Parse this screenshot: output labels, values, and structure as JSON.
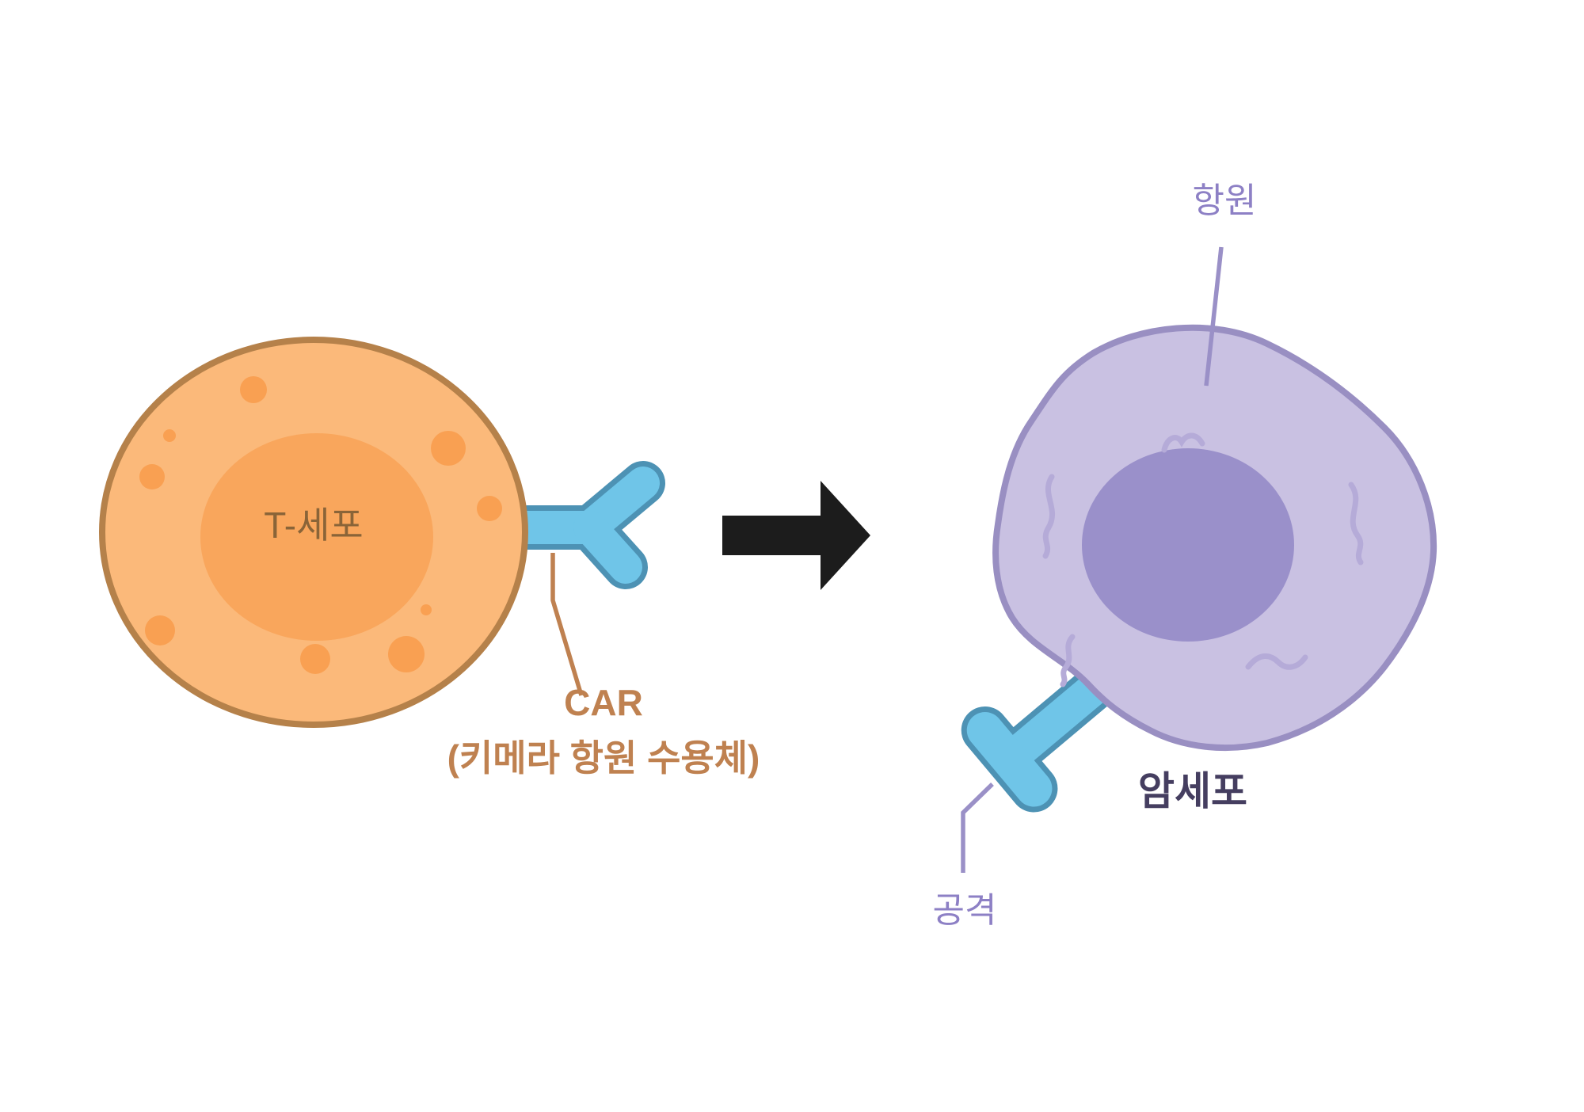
{
  "t_cell": {
    "label": "T-세포",
    "label_color": "#8A6438",
    "fill": "#FBB97A",
    "border": "#B5814A",
    "nucleus_fill": "#F9A65C",
    "dot_fill": "#F9A052"
  },
  "car_receptor": {
    "fill": "#6FC5E8",
    "border": "#4D92B4"
  },
  "car_callout": {
    "line1": "CAR",
    "line2": "(키메라 항원 수용체)",
    "color": "#BF8150"
  },
  "arrow": {
    "color": "#1C1C1C"
  },
  "cancer_cell": {
    "label": "암세포",
    "label_color": "#453E60",
    "fill": "#C9C1E2",
    "border": "#998FC2",
    "nucleus_fill": "#9A90CA",
    "squiggle_color": "#B5ABD8"
  },
  "antigen_callout": {
    "text": "항원",
    "color": "#8D80C5",
    "line_color": "#9A90C7"
  },
  "attack_callout": {
    "text": "공격",
    "color": "#8D80C5",
    "line_color": "#9A90C7"
  }
}
